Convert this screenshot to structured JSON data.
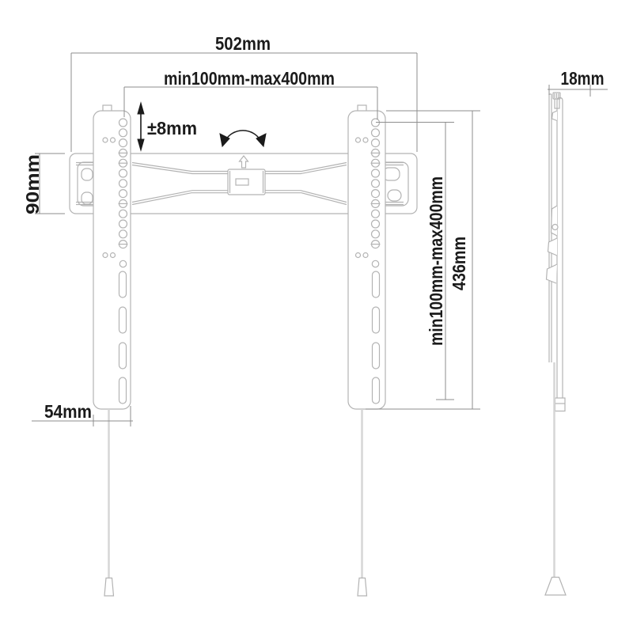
{
  "front": {
    "total_width": "502mm",
    "vesa_width": "min100mm-max400mm",
    "vertical_adjust": "±8mm",
    "plate_height": "90mm",
    "vesa_height": "min100mm-max400mm",
    "bracket_height": "436mm",
    "bracket_width": "54mm"
  },
  "side": {
    "depth": "18mm"
  },
  "colors": {
    "background": "#ffffff",
    "product_outline": "#b3b3b3",
    "dimension_line": "#8e8e8e",
    "text": "#1b1b1b",
    "cord": "#d6d6d6"
  }
}
